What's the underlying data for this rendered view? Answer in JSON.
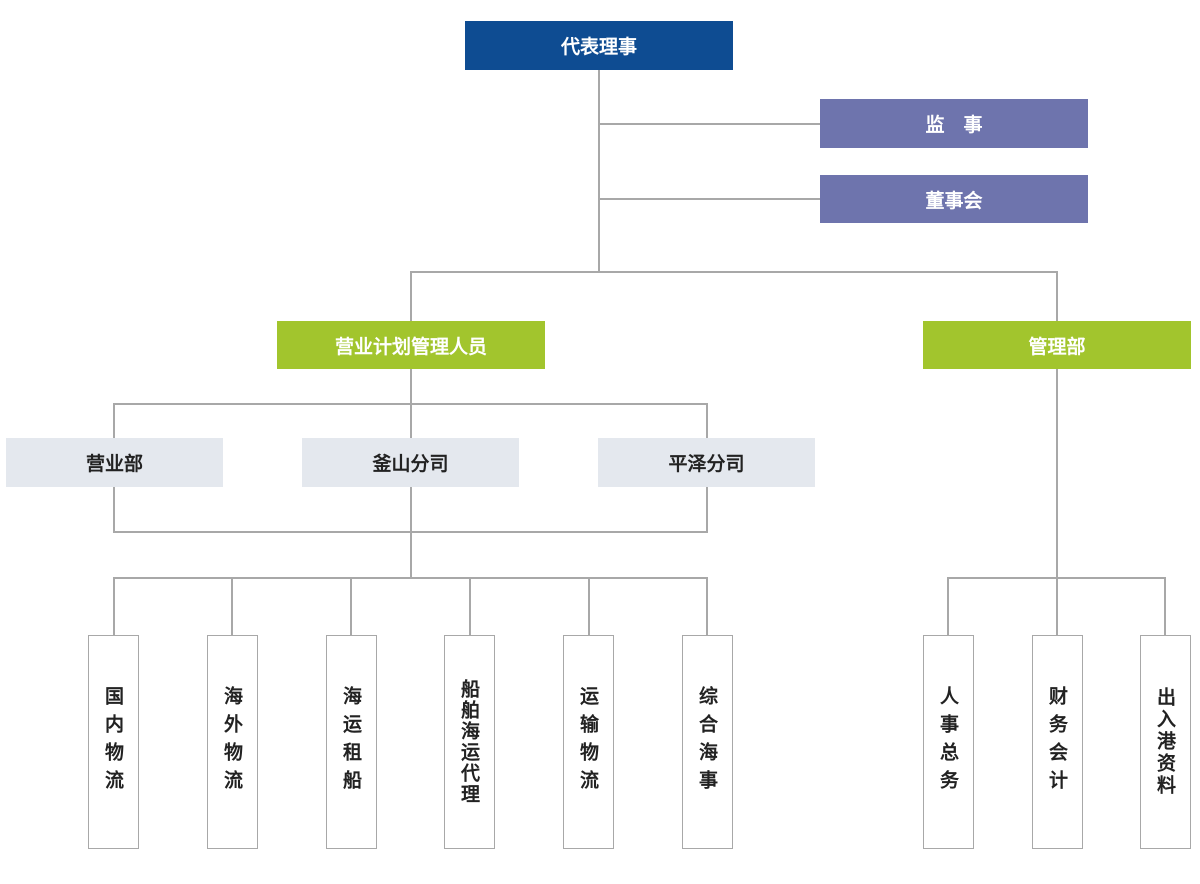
{
  "head": {
    "label": "代表理事"
  },
  "supervisor": {
    "label": "监　事"
  },
  "board": {
    "label": "董事会"
  },
  "divisions": {
    "business": "营业计划管理人员",
    "management": "管理部"
  },
  "branches": {
    "sales": "营业部",
    "busan": "釜山分司",
    "pyeongtaek": "平泽分司"
  },
  "units": {
    "domestic": "国内物流",
    "overseas": "海外物流",
    "charter": "海运租船",
    "agency": "船舶海运代理",
    "transport": "运输物流",
    "maritime": "综合海事",
    "hr": "人事总务",
    "finance": "财务会计",
    "port": "出入港资料"
  }
}
